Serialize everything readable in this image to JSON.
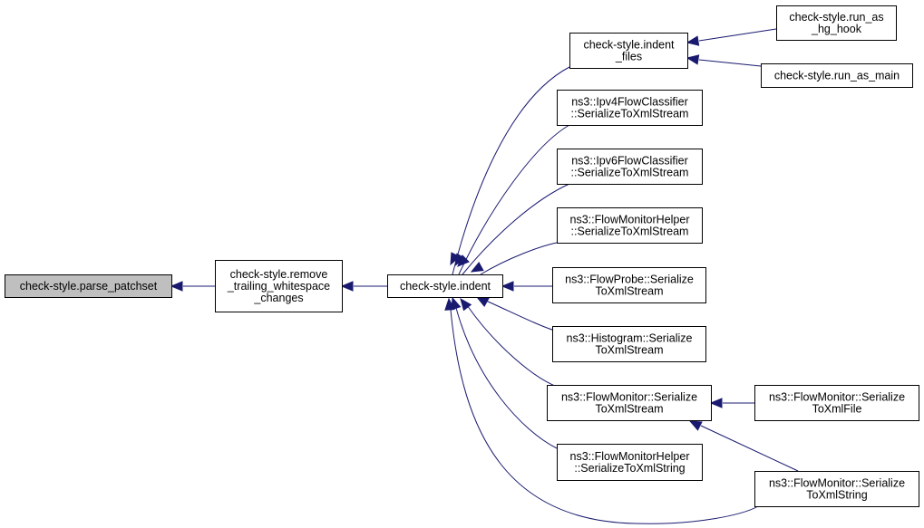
{
  "graph": {
    "nodes": {
      "parse_patchset": [
        "check-style.parse_patchset"
      ],
      "remove_trailing": [
        "check-style.remove",
        "_trailing_whitespace",
        "_changes"
      ],
      "indent": [
        "check-style.indent"
      ],
      "indent_files": [
        "check-style.indent",
        "_files"
      ],
      "run_as_hg_hook": [
        "check-style.run_as",
        "_hg_hook"
      ],
      "run_as_main": [
        "check-style.run_as_main"
      ],
      "ipv4": [
        "ns3::Ipv4FlowClassifier",
        "::SerializeToXmlStream"
      ],
      "ipv6": [
        "ns3::Ipv6FlowClassifier",
        "::SerializeToXmlStream"
      ],
      "fmhelper_stream": [
        "ns3::FlowMonitorHelper",
        "::SerializeToXmlStream"
      ],
      "flowprobe": [
        "ns3::FlowProbe::Serialize",
        "ToXmlStream"
      ],
      "histogram": [
        "ns3::Histogram::Serialize",
        "ToXmlStream"
      ],
      "fm_stream": [
        "ns3::FlowMonitor::Serialize",
        "ToXmlStream"
      ],
      "fm_file": [
        "ns3::FlowMonitor::Serialize",
        "ToXmlFile"
      ],
      "fmhelper_string": [
        "ns3::FlowMonitorHelper",
        "::SerializeToXmlString"
      ],
      "fm_string": [
        "ns3::FlowMonitor::Serialize",
        "ToXmlString"
      ]
    },
    "selected_node": "parse_patchset",
    "edges": [
      [
        "parse_patchset",
        "remove_trailing"
      ],
      [
        "remove_trailing",
        "indent"
      ],
      [
        "indent",
        "indent_files"
      ],
      [
        "indent",
        "ipv4"
      ],
      [
        "indent",
        "ipv6"
      ],
      [
        "indent",
        "fmhelper_stream"
      ],
      [
        "indent",
        "flowprobe"
      ],
      [
        "indent",
        "histogram"
      ],
      [
        "indent",
        "fm_stream"
      ],
      [
        "indent",
        "fmhelper_string"
      ],
      [
        "indent",
        "fm_string"
      ],
      [
        "indent_files",
        "run_as_hg_hook"
      ],
      [
        "indent_files",
        "run_as_main"
      ],
      [
        "fm_stream",
        "fm_file"
      ],
      [
        "fm_stream",
        "fm_string"
      ]
    ],
    "colors": {
      "edge": "#191970",
      "selected_fill": "#bfbfbf",
      "node_border": "#000000"
    }
  }
}
